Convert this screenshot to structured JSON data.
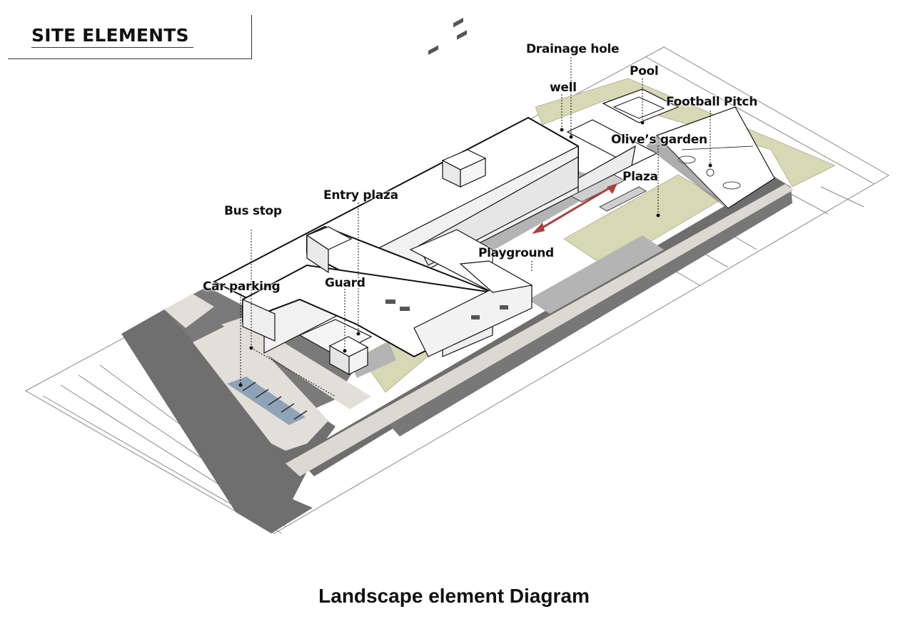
{
  "header": {
    "title": "SITE ELEMENTS"
  },
  "labels": {
    "drainage_hole": "Drainage hole",
    "pool": "Pool",
    "well": "well",
    "football_pitch": "Football Pitch",
    "olives_garden": "Olive’s garden",
    "plaza": "Plaza",
    "entry_plaza": "Entry plaza",
    "bus_stop": "Bus stop",
    "playground": "Playground",
    "car_parking": "Car parking",
    "guard": "Guard"
  },
  "caption": "Landscape element Diagram",
  "colors": {
    "road": "#6f6f70",
    "sidewalk": "#e2dfd8",
    "green": "#d7d8b4",
    "building": "#ffffff",
    "shadow": "#b4b4b4",
    "arrow": "#a8403f"
  }
}
